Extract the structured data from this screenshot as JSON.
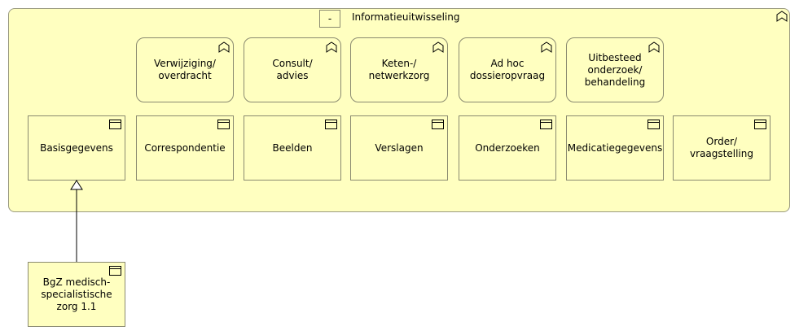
{
  "group": {
    "collapse_label": "-",
    "title": "Informatieuitwisseling"
  },
  "functions": [
    "Verwijziging/ overdracht",
    "Consult/ advies",
    "Keten-/ netwerkzorg",
    "Ad hoc dossieropvraag",
    "Uitbesteed onderzoek/ behandeling"
  ],
  "objects": [
    "Basisgegevens",
    "Correspondentie",
    "Beelden",
    "Verslagen",
    "Onderzoeken",
    "Medicatiegegevens",
    "Order/ vraagstelling"
  ],
  "external": {
    "label": "BgZ medisch-specialistische zorg 1.1"
  },
  "relations": [
    {
      "type": "specialization",
      "from": "BgZ medisch-specialistische zorg 1.1",
      "to": "Basisgegevens"
    }
  ]
}
